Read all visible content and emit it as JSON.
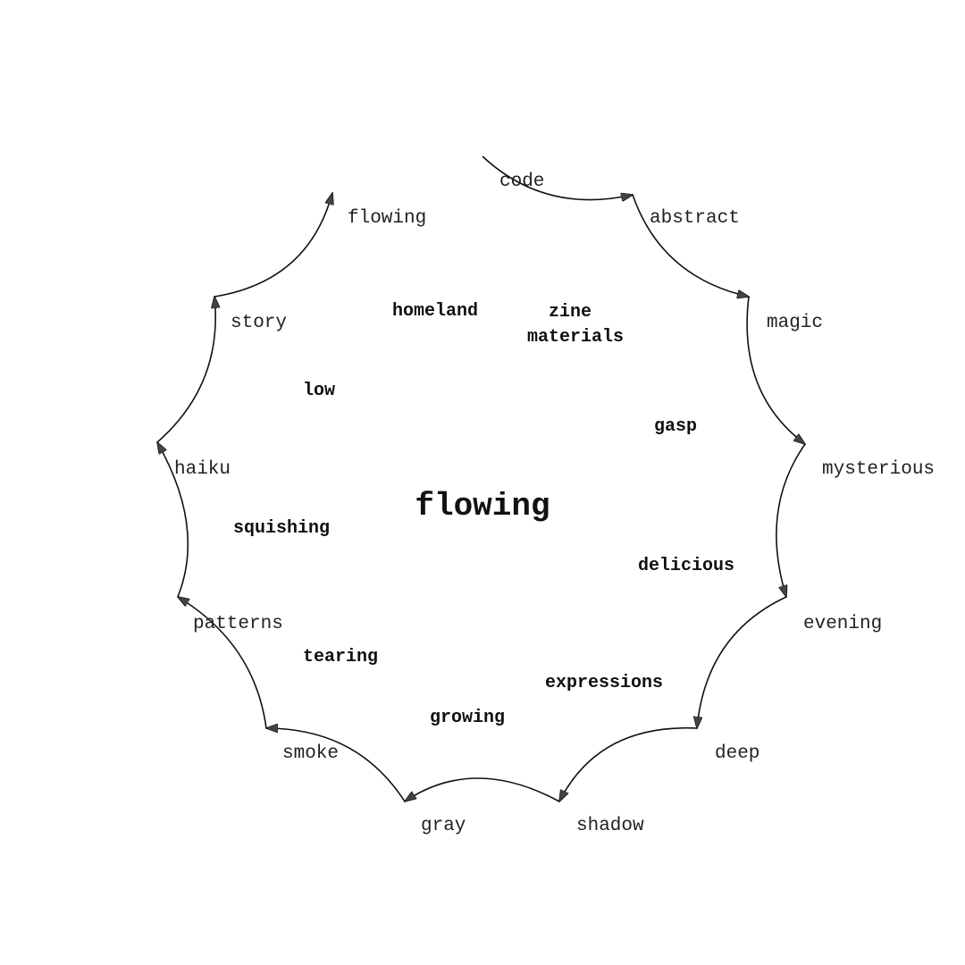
{
  "center_word": "flowing",
  "cycle_words": [
    "code",
    "abstract",
    "magic",
    "mysterious",
    "evening",
    "deep",
    "shadow",
    "gray",
    "smoke",
    "patterns",
    "haiku",
    "story",
    "flowing"
  ],
  "inner_words": [
    "homeland",
    "zine\nmaterials",
    "low",
    "gasp",
    "squishing",
    "delicious",
    "tearing",
    "expressions",
    "growing"
  ],
  "colors": {
    "ink": "#111111",
    "arrowhead_fill": "#444444",
    "background": "#ffffff"
  }
}
